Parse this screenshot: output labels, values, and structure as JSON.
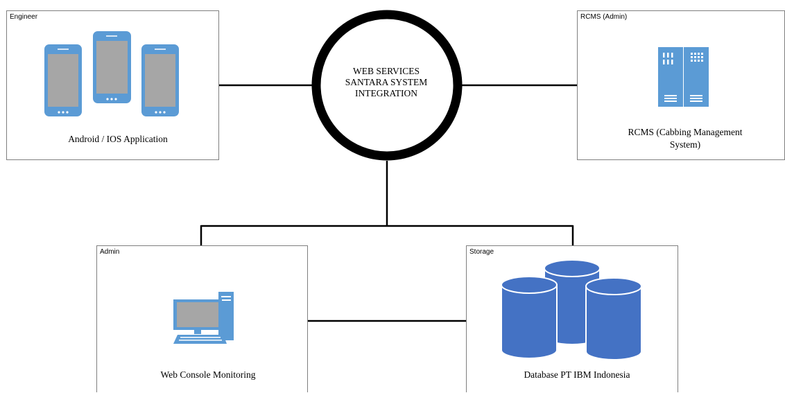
{
  "hub": {
    "lines": [
      "WEB SERVICES",
      "SANTARA SYSTEM",
      "INTEGRATION"
    ]
  },
  "nodes": {
    "engineer": {
      "label": "Engineer",
      "caption": "Android / IOS Application",
      "icon": "mobile-phones-icon"
    },
    "rcms": {
      "label": "RCMS (Admin)",
      "caption_line1": "RCMS (Cabbing Management",
      "caption_line2": "System)",
      "icon": "server-cabinet-icon"
    },
    "admin": {
      "label": "Admin",
      "caption": "Web Console Monitoring",
      "icon": "desktop-computer-icon"
    },
    "storage": {
      "label": "Storage",
      "caption": "Database PT IBM Indonesia",
      "icon": "database-cylinders-icon"
    }
  },
  "colors": {
    "icon_blue": "#5b9bd5",
    "db_blue": "#4472c4",
    "screen_gray": "#a6a6a6",
    "line": "#000000",
    "box_border": "#7f7f7f"
  }
}
